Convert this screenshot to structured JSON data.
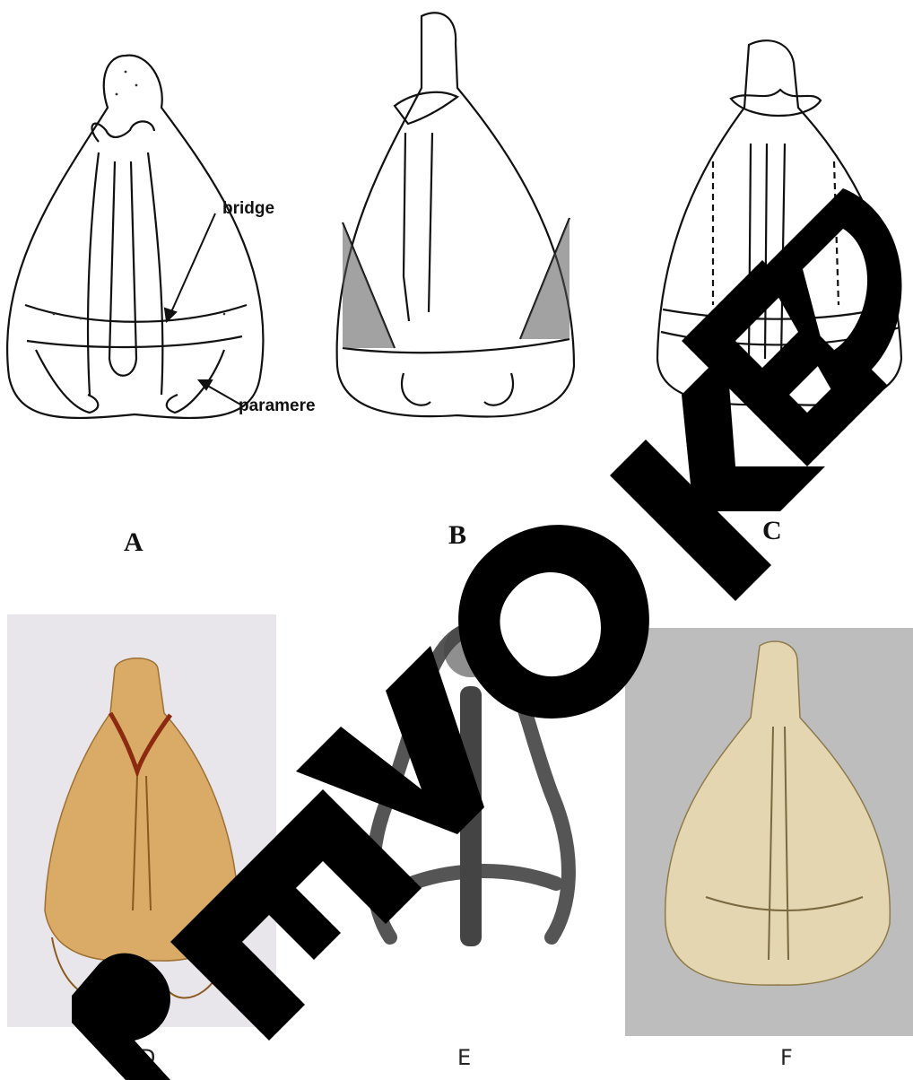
{
  "panels": [
    {
      "id": "A",
      "label": "A"
    },
    {
      "id": "B",
      "label": "B"
    },
    {
      "id": "C",
      "label": "C"
    },
    {
      "id": "D",
      "label": "D"
    },
    {
      "id": "E",
      "label": "E"
    },
    {
      "id": "F",
      "label": "F"
    }
  ],
  "annotations": {
    "bridge": "bridge",
    "paramere": "paramere"
  },
  "watermark": {
    "text": "REVOKED",
    "color": "#000000"
  },
  "colors": {
    "photo_d_background": "#e8e6ea",
    "photo_d_specimen": "#d9a860",
    "photo_e_background": "#ffffff",
    "photo_e_specimen": "#555555",
    "photo_f_background": "#bdbdbd",
    "photo_f_specimen": "#e3d6b0"
  }
}
